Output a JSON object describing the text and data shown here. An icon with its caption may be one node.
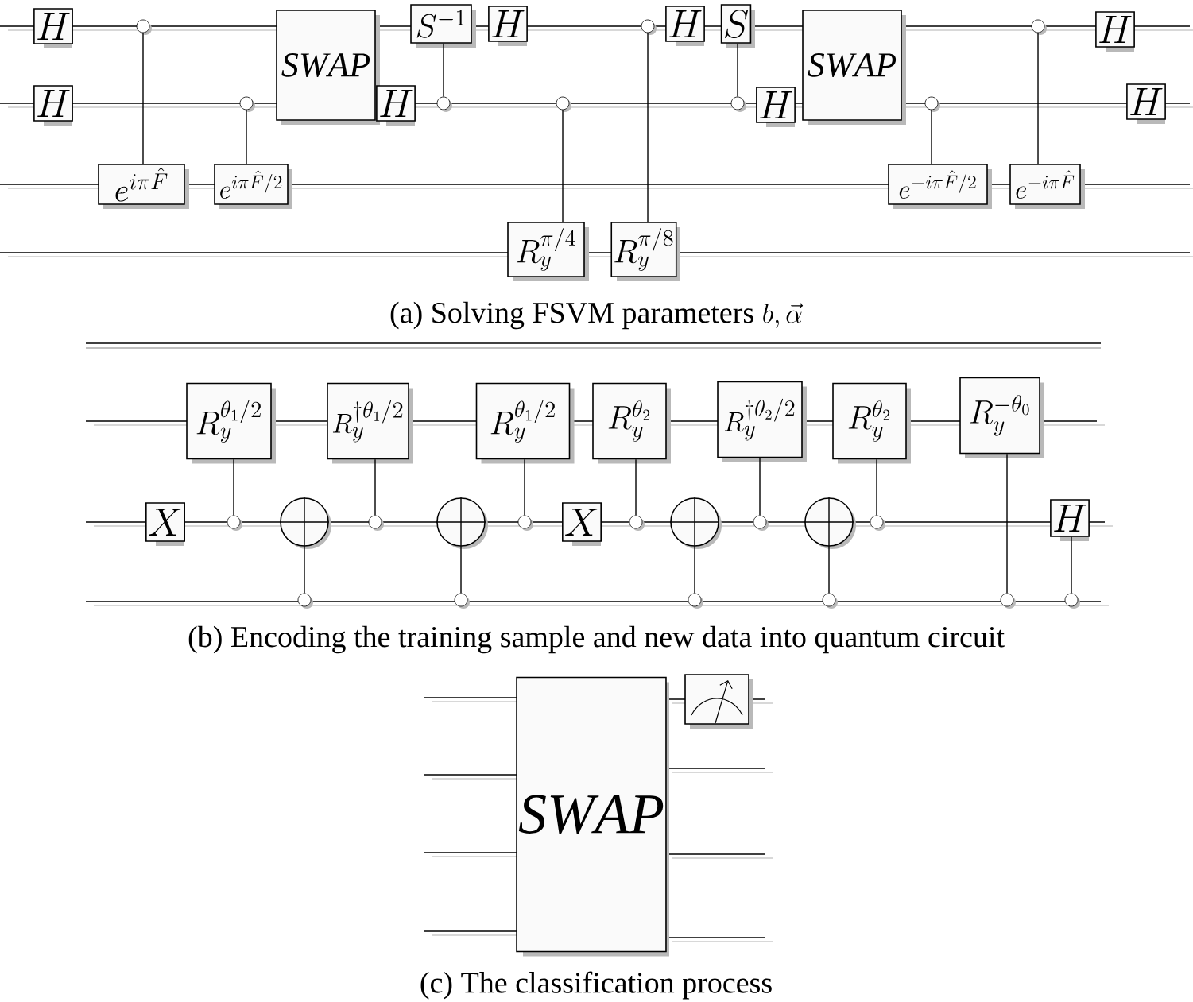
{
  "diagram": {
    "nodes": [
      {
        "text": [
          "H"
        ]
      },
      {
        "text": [
          "H"
        ]
      },
      {
        "text": [],
        "shape": "circle"
      },
      {
        "text": [
          "e^{i\\pi\\hat{F}}"
        ]
      },
      {
        "text": [],
        "shape": "circle"
      },
      {
        "text": [
          "e^{i\\pi\\hat{F}/2}"
        ]
      },
      {
        "text": [
          "\\mathit{SWAP}"
        ]
      },
      {
        "text": [
          "H"
        ]
      },
      {
        "text": [
          "S^{-1}"
        ]
      },
      {
        "text": [],
        "shape": "circle"
      },
      {
        "text": [
          "H"
        ]
      },
      {
        "text": [],
        "shape": "circle"
      },
      {
        "text": [
          "R_y^{\\pi/4}"
        ]
      },
      {
        "text": [],
        "shape": "circle"
      },
      {
        "text": [
          "R_y^{\\pi/8}"
        ]
      },
      {
        "text": [
          "H"
        ]
      },
      {
        "text": [
          "S"
        ]
      },
      {
        "text": [],
        "shape": "circle"
      },
      {
        "text": [
          "H"
        ]
      },
      {
        "text": [
          "\\mathit{SWAP}"
        ]
      },
      {
        "text": [],
        "shape": "circle"
      },
      {
        "text": [
          "e^{-i\\pi\\hat{F}/2}"
        ]
      },
      {
        "text": [],
        "shape": "circle"
      },
      {
        "text": [
          "e^{-i\\pi\\hat{F}}"
        ]
      },
      {
        "text": [
          "H"
        ]
      },
      {
        "text": [
          "H"
        ]
      },
      {
        "text": [
          "X"
        ]
      },
      {
        "text": [
          "R_y^{\\theta_1/2}"
        ]
      },
      {
        "text": [],
        "shape": "circle"
      },
      {
        "text": [],
        "shape": "circle"
      },
      {
        "text": [],
        "shape": "circle"
      },
      {
        "text": [
          "R_y^{\\dagger\\theta_1/2}"
        ]
      },
      {
        "text": [],
        "shape": "circle"
      },
      {
        "text": [],
        "shape": "circle"
      },
      {
        "text": [],
        "shape": "circle"
      },
      {
        "text": [
          "R_y^{\\theta_1/2}"
        ]
      },
      {
        "text": [],
        "shape": "circle"
      },
      {
        "text": [
          "X"
        ]
      },
      {
        "text": [
          "R_y^{\\theta_2}"
        ]
      },
      {
        "text": [],
        "shape": "circle"
      },
      {
        "text": [],
        "shape": "circle"
      },
      {
        "text": [],
        "shape": "circle"
      },
      {
        "text": [
          "R_y^{\\dagger\\theta_2/2}"
        ]
      },
      {
        "text": [],
        "shape": "circle"
      },
      {
        "text": [],
        "shape": "circle"
      },
      {
        "text": [],
        "shape": "circle"
      },
      {
        "text": [
          "R_y^{\\theta_2}"
        ]
      },
      {
        "text": [],
        "shape": "circle"
      },
      {
        "text": [
          "R_y^{-\\theta_0}"
        ]
      },
      {
        "text": [],
        "shape": "circle"
      },
      {
        "text": [
          "H"
        ]
      },
      {
        "text": [],
        "shape": "circle"
      },
      {
        "text": [
          "\\mathit{SWAP}"
        ]
      },
      {
        "text": [],
        "shape": "box"
      }
    ],
    "edges": [
      {
        "from": 2,
        "to": 3,
        "arrow": "none"
      },
      {
        "from": 4,
        "to": 5,
        "arrow": "none"
      },
      {
        "from": 9,
        "to": 8,
        "arrow": "none"
      },
      {
        "from": 11,
        "to": 12,
        "arrow": "none"
      },
      {
        "from": 13,
        "to": 14,
        "arrow": "none"
      },
      {
        "from": 17,
        "to": 16,
        "arrow": "none"
      },
      {
        "from": 20,
        "to": 21,
        "arrow": "none"
      },
      {
        "from": 22,
        "to": 23,
        "arrow": "none"
      },
      {
        "from": 28,
        "to": 27,
        "arrow": "none"
      },
      {
        "from": 30,
        "to": 29,
        "arrow": "none"
      },
      {
        "from": 32,
        "to": 31,
        "arrow": "none"
      },
      {
        "from": 34,
        "to": 33,
        "arrow": "none"
      },
      {
        "from": 36,
        "to": 35,
        "arrow": "none"
      },
      {
        "from": 39,
        "to": 38,
        "arrow": "none"
      },
      {
        "from": 41,
        "to": 40,
        "arrow": "none"
      },
      {
        "from": 43,
        "to": 42,
        "arrow": "none"
      },
      {
        "from": 45,
        "to": 44,
        "arrow": "none"
      },
      {
        "from": 47,
        "to": 46,
        "arrow": "none"
      },
      {
        "from": 49,
        "to": 48,
        "arrow": "none"
      },
      {
        "from": 51,
        "to": 50,
        "arrow": "none"
      }
    ],
    "labels": [
      "\\text{(a) Solving FSVM parameters }b,\\vec{\\alpha}",
      "(b) Encoding the training sample and new data into quantum circuit",
      "(c) The classification process"
    ]
  }
}
